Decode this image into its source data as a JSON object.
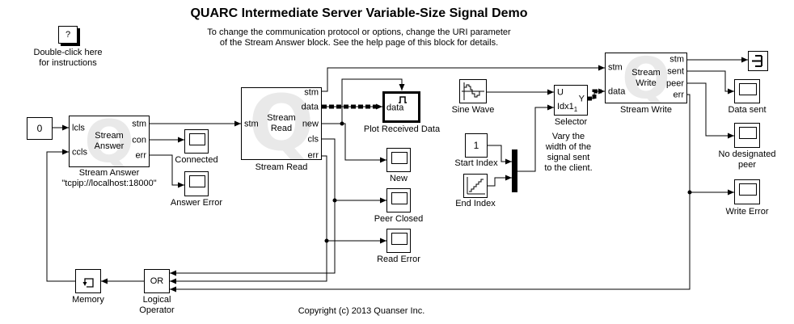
{
  "title": "QUARC Intermediate Server Variable-Size Signal Demo",
  "subtitle": {
    "line1": "To change the communication protocol or options, change the URI parameter",
    "line2": "of the Stream Answer block. See the help page of this block for details."
  },
  "copyright": "Copyright (c) 2013 Quanser Inc.",
  "help": {
    "glyph": "?",
    "line1": "Double-click here",
    "line2": "for instructions"
  },
  "watermark": "Q",
  "constant_zero": {
    "value": "0"
  },
  "stream_answer": {
    "text1": "Stream",
    "text2": "Answer",
    "in1": "lcls",
    "in2": "ccls",
    "out1": "stm",
    "out2": "con",
    "out3": "err",
    "label": "Stream Answer",
    "sublabel": "\"tcpip://localhost:18000\""
  },
  "stream_read": {
    "text1": "Stream",
    "text2": "Read",
    "in1": "stm",
    "out1": "stm",
    "out2": "data",
    "out3": "new",
    "out4": "cls",
    "out5": "err",
    "label": "Stream Read"
  },
  "plot": {
    "port": "data",
    "label": "Plot Received Data"
  },
  "scopes": {
    "connected": "Connected",
    "answer_error": "Answer Error",
    "new": "New",
    "peer_closed": "Peer Closed",
    "read_error": "Read Error",
    "data_sent": "Data sent",
    "no_designated_peer_line1": "No designated",
    "no_designated_peer_line2": "peer",
    "write_error": "Write Error"
  },
  "sine_wave": {
    "label": "Sine Wave"
  },
  "start_index": {
    "value": "1",
    "label": "Start Index"
  },
  "end_index": {
    "label": "End Index"
  },
  "selector": {
    "in1": "U",
    "in2": "Idx1",
    "in2_sub": "1",
    "out": "Y",
    "label": "Selector"
  },
  "annotation": {
    "line1": "Vary the",
    "line2": "width of the",
    "line3": "signal sent",
    "line4": "to the client."
  },
  "stream_write": {
    "text1": "Stream",
    "text2": "Write",
    "in1": "stm",
    "in2": "data",
    "out1": "stm",
    "out2": "sent",
    "out3": "peer",
    "out4": "err",
    "label": "Stream Write"
  },
  "memory": {
    "label": "Memory"
  },
  "logical_operator": {
    "text": "OR",
    "label1": "Logical",
    "label2": "Operator"
  }
}
